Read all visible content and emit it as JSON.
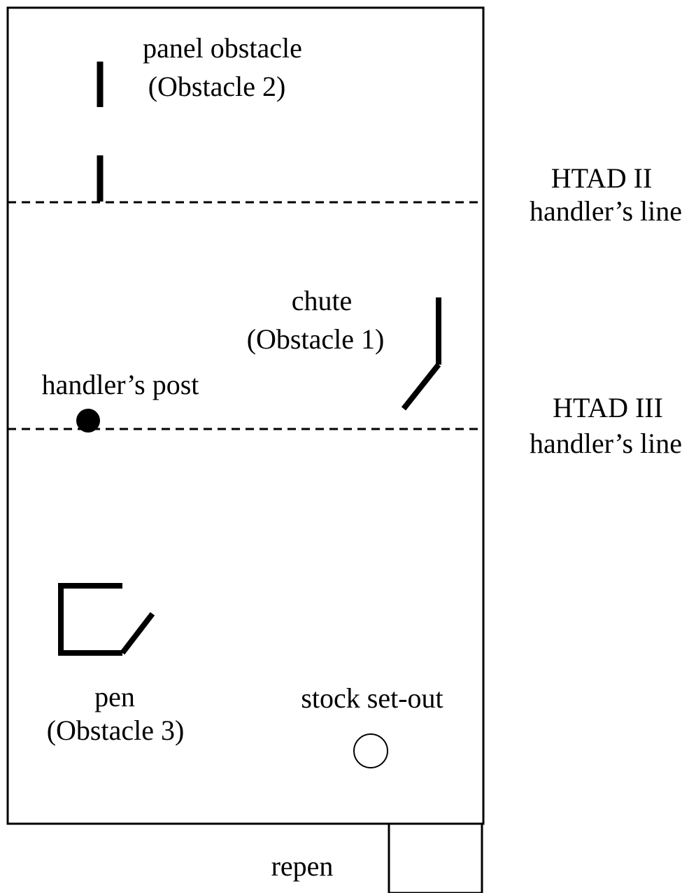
{
  "labels": {
    "panel_obstacle": "panel obstacle",
    "panel_obstacle_sub": "(Obstacle 2)",
    "chute": "chute",
    "chute_sub": "(Obstacle 1)",
    "handlers_post": "handler’s post",
    "pen": "pen",
    "pen_sub": "(Obstacle 3)",
    "stock_setout": "stock set-out",
    "repen": "repen",
    "htad2_line1": "HTAD II",
    "htad2_line2": "handler’s line",
    "htad3_line1": "HTAD III",
    "htad3_line2": "handler’s line"
  }
}
